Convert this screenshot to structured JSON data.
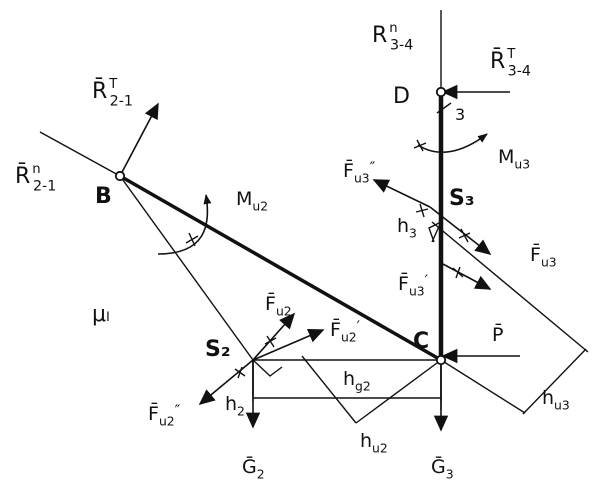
{
  "points": {
    "B": "B",
    "C": "C",
    "D": "D",
    "S2": "S₂",
    "S3": "S₃",
    "mu": "μₗ"
  },
  "labels": {
    "R34n": {
      "base": "R",
      "sup": "n",
      "sub": "3-4"
    },
    "R34t": {
      "base": "R̄",
      "sup": "T",
      "sub": "3-4"
    },
    "R21t": {
      "base": "R̄",
      "sup": "T",
      "sub": "2-1"
    },
    "R21n": {
      "base": "R̄",
      "sup": "n",
      "sub": "2-1"
    },
    "Mu2": {
      "base": "M",
      "sub": "u2"
    },
    "Mu3": {
      "base": "M",
      "sub": "u3"
    },
    "Fu3dd": {
      "base": "F̄",
      "sub": "u3",
      "prime": "″"
    },
    "Fu3": {
      "base": "F̄",
      "sub": "u3"
    },
    "Fu3d": {
      "base": "F̄",
      "sub": "u3",
      "prime": "′"
    },
    "Fu2": {
      "base": "F̄",
      "sub": "u2"
    },
    "Fu2d": {
      "base": "F̄",
      "sub": "u2",
      "prime": "′"
    },
    "Fu2dd": {
      "base": "F̄",
      "sub": "u2",
      "prime": "″"
    },
    "P": {
      "base": "P̄"
    },
    "G2": {
      "base": "Ḡ",
      "sub": "2"
    },
    "G3": {
      "base": "Ḡ",
      "sub": "3"
    },
    "h3": {
      "base": "h",
      "sub": "3"
    },
    "h2": {
      "base": "h",
      "sub": "2"
    },
    "hg2": {
      "base": "h",
      "sub": "g2"
    },
    "hu2": {
      "base": "h",
      "sub": "u2"
    },
    "hu3": {
      "base": "h",
      "sub": "u3"
    },
    "n3": {
      "base": "3"
    }
  }
}
